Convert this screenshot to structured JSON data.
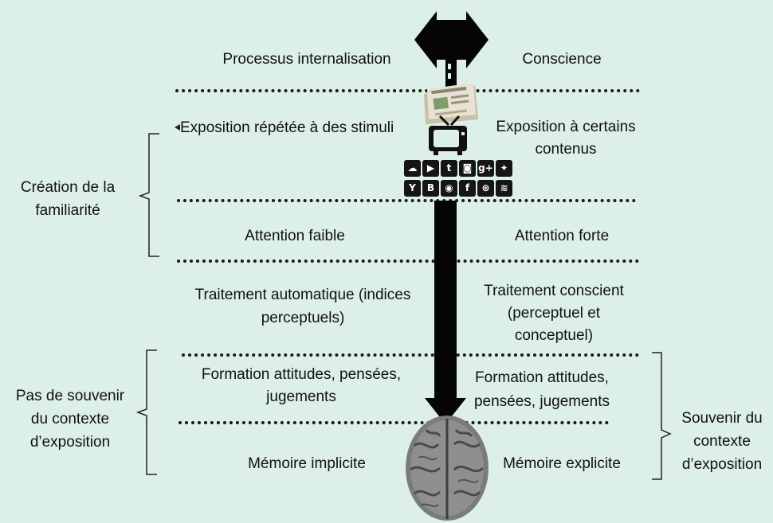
{
  "header": {
    "left": "Processus internalisation",
    "right": "Conscience"
  },
  "rows": {
    "exposure_left": "Exposition répétée à des stimuli",
    "exposure_right": [
      "Exposition à certains",
      "contenus"
    ],
    "attention_left": "Attention faible",
    "attention_right": "Attention forte",
    "processing_left": [
      "Traitement automatique (indices",
      "perceptuels)"
    ],
    "processing_right": [
      "Traitement conscient",
      "(perceptuel et",
      "conceptuel)"
    ],
    "formation_left": [
      "Formation attitudes, pensées,",
      "jugements"
    ],
    "formation_right": [
      "Formation attitudes,",
      "pensées, jugements"
    ],
    "memory_left": "Mémoire implicite",
    "memory_right": "Mémoire explicite"
  },
  "side_labels": {
    "familiarity": [
      "Création de la",
      "familiarité"
    ],
    "no_memory": [
      "Pas de souvenir",
      "du contexte",
      "d’exposition"
    ],
    "memory": [
      "Souvenir du",
      "contexte",
      "d’exposition"
    ]
  },
  "icons": {
    "row1": [
      "soundcloud-icon",
      "youtube-icon",
      "tumblr-icon",
      "instagram-icon",
      "googleplus-icon",
      "twitter-icon"
    ],
    "row1_glyphs": [
      "☁",
      "▶",
      "t",
      "◙",
      "g+",
      "✦"
    ],
    "row2": [
      "ycombinator-icon",
      "blogger-icon",
      "podcast-icon",
      "facebook-icon",
      "dribbble-icon",
      "rss-icon"
    ],
    "row2_glyphs": [
      "Y",
      "B",
      "◉",
      "f",
      "⊛",
      "≋"
    ]
  }
}
